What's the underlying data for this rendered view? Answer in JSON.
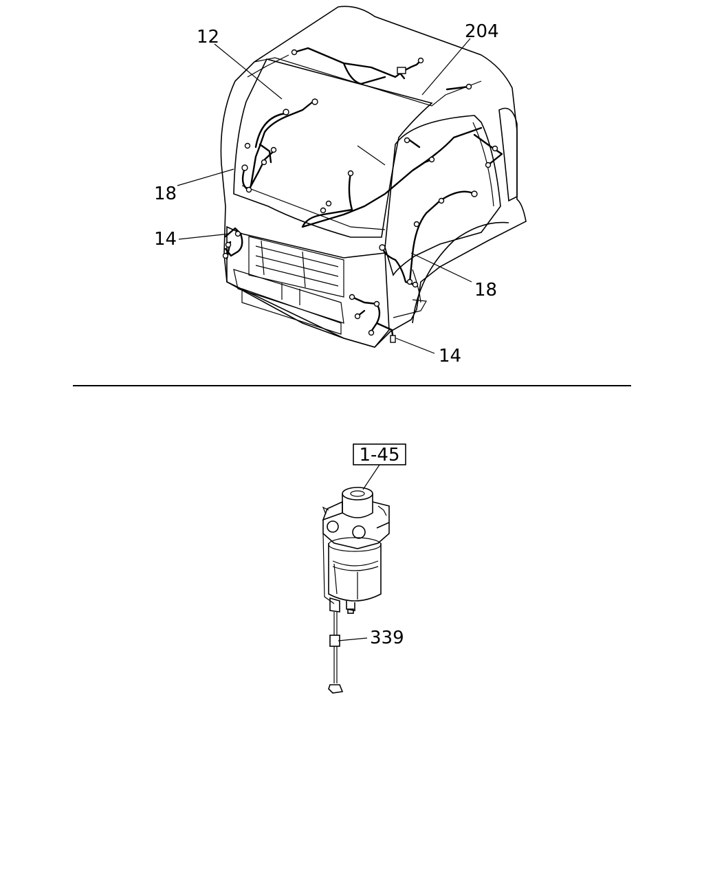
{
  "callouts": {
    "c12": "12",
    "c204": "204",
    "c18_left": "18",
    "c14_left": "14",
    "c18_right": "18",
    "c14_right": "14",
    "c1_45": "1-45",
    "c339": "339"
  }
}
